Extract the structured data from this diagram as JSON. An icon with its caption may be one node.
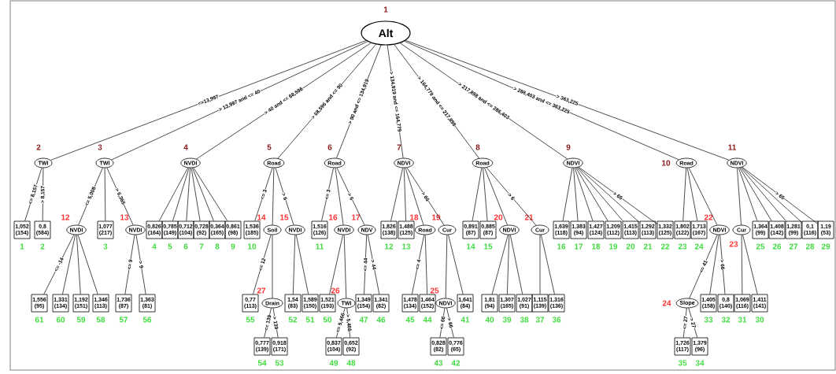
{
  "diagram": {
    "nodes": [
      {
        "text": [
          "Alt"
        ],
        "beside": [
          "1"
        ]
      },
      {
        "text": [
          "TWI"
        ],
        "beside": [
          "2"
        ]
      },
      {
        "text": [
          "TWI"
        ],
        "beside": [
          "3"
        ]
      },
      {
        "text": [
          "NVDI"
        ],
        "beside": [
          "4"
        ]
      },
      {
        "text": [
          "Road"
        ],
        "beside": [
          "5"
        ]
      },
      {
        "text": [
          "Road"
        ],
        "beside": [
          "6"
        ]
      },
      {
        "text": [
          "NDVI"
        ],
        "beside": [
          "7"
        ]
      },
      {
        "text": [
          "Road"
        ],
        "beside": [
          "8"
        ]
      },
      {
        "text": [
          "NDVI"
        ],
        "beside": [
          "9"
        ]
      },
      {
        "text": [
          "Road"
        ],
        "beside": [
          "10"
        ]
      },
      {
        "text": [
          "NDVI"
        ],
        "beside": [
          "11"
        ]
      },
      {
        "text": [
          "1,052",
          "(154)"
        ],
        "beside": [
          "1"
        ]
      },
      {
        "text": [
          "0,8",
          "(584)"
        ],
        "beside": [
          "2"
        ]
      },
      {
        "text": [
          "NVDI"
        ],
        "beside": [
          "12"
        ]
      },
      {
        "text": [
          "1,077",
          "(217)"
        ],
        "beside": [
          "3"
        ]
      },
      {
        "text": [
          "NVDI"
        ],
        "beside": [
          "13"
        ]
      },
      {
        "text": [
          "0,826",
          "(164)"
        ],
        "beside": [
          "4"
        ]
      },
      {
        "text": [
          "0,785",
          "(149)"
        ],
        "beside": [
          "5"
        ]
      },
      {
        "text": [
          "0,712",
          "(104)"
        ],
        "beside": [
          "6"
        ]
      },
      {
        "text": [
          "0,728",
          "(92)"
        ],
        "beside": [
          "7"
        ]
      },
      {
        "text": [
          "0,364",
          "(165)"
        ],
        "beside": [
          "8"
        ]
      },
      {
        "text": [
          "0,861",
          "(98)"
        ],
        "beside": [
          "9"
        ]
      },
      {
        "text": [
          "1,536",
          "(185)"
        ],
        "beside": [
          "10"
        ]
      },
      {
        "text": [
          "Soil"
        ],
        "beside": [
          "14"
        ]
      },
      {
        "text": [
          "NVDI"
        ],
        "beside": [
          "15"
        ]
      },
      {
        "text": [
          "1,516",
          "(126)"
        ],
        "beside": [
          "11"
        ]
      },
      {
        "text": [
          "NVDI"
        ],
        "beside": [
          "16"
        ]
      },
      {
        "text": [
          "NDV"
        ],
        "beside": [
          "17"
        ]
      },
      {
        "text": [
          "1,826",
          "(138)"
        ],
        "beside": [
          "12"
        ]
      },
      {
        "text": [
          "1,488",
          "(125)"
        ],
        "beside": [
          "13"
        ]
      },
      {
        "text": [
          "Road"
        ],
        "beside": [
          "18"
        ]
      },
      {
        "text": [
          "Cur"
        ],
        "beside": [
          "19"
        ]
      },
      {
        "text": [
          "0,891",
          "(87)"
        ],
        "beside": [
          "14"
        ]
      },
      {
        "text": [
          "0,885",
          "(87)"
        ],
        "beside": [
          "15"
        ]
      },
      {
        "text": [
          "NDVI"
        ],
        "beside": [
          "20"
        ]
      },
      {
        "text": [
          "Cur"
        ],
        "beside": [
          "21"
        ]
      },
      {
        "text": [
          "1,639",
          "(118)"
        ],
        "beside": [
          "16"
        ]
      },
      {
        "text": [
          "1,383",
          "(94)"
        ],
        "beside": [
          "17"
        ]
      },
      {
        "text": [
          "1,427",
          "(124)"
        ],
        "beside": [
          "18"
        ]
      },
      {
        "text": [
          "1,209",
          "(112)"
        ],
        "beside": [
          "19"
        ]
      },
      {
        "text": [
          "1,415",
          "(113)"
        ],
        "beside": [
          "20"
        ]
      },
      {
        "text": [
          "1,292",
          "(113)"
        ],
        "beside": [
          "21"
        ]
      },
      {
        "text": [
          "1,332",
          "(125)"
        ],
        "beside": [
          "22"
        ]
      },
      {
        "text": [
          "1,802",
          "(122)"
        ],
        "beside": [
          "23"
        ]
      },
      {
        "text": [
          "1,713",
          "(167)"
        ],
        "beside": [
          "24"
        ]
      },
      {
        "text": [
          "NDVI"
        ],
        "beside": [
          "22"
        ]
      },
      {
        "text": [
          "Cur"
        ],
        "beside": [
          "23"
        ]
      },
      {
        "text": [
          "1,364",
          "(99)"
        ],
        "beside": [
          "25"
        ]
      },
      {
        "text": [
          "1,408",
          "(142)"
        ],
        "beside": [
          "26"
        ]
      },
      {
        "text": [
          "1,281",
          "(99)"
        ],
        "beside": [
          "27"
        ]
      },
      {
        "text": [
          "0,1",
          "(116)"
        ],
        "beside": [
          "28"
        ]
      },
      {
        "text": [
          "1,19",
          "(53)"
        ],
        "beside": [
          "29"
        ]
      },
      {
        "text": [
          "1,556",
          "(95)"
        ],
        "beside": [
          "61"
        ]
      },
      {
        "text": [
          "1,331",
          "(134)"
        ],
        "beside": [
          "60"
        ]
      },
      {
        "text": [
          "1,192",
          "(151)"
        ],
        "beside": [
          "59"
        ]
      },
      {
        "text": [
          "1,346",
          "(113)"
        ],
        "beside": [
          "58"
        ]
      },
      {
        "text": [
          "1,736",
          "(87)"
        ],
        "beside": [
          "57"
        ]
      },
      {
        "text": [
          "1,363",
          "(81)"
        ],
        "beside": [
          "56"
        ]
      },
      {
        "text": [
          "0,77",
          "(113)"
        ],
        "beside": [
          "55"
        ]
      },
      {
        "text": [
          "Drain"
        ],
        "beside": [
          "27"
        ]
      },
      {
        "text": [
          "1,54",
          "(83)"
        ],
        "beside": [
          "52"
        ]
      },
      {
        "text": [
          "1,589",
          "(150)"
        ],
        "beside": [
          "51"
        ]
      },
      {
        "text": [
          "1,521",
          "(193)"
        ],
        "beside": [
          "50"
        ]
      },
      {
        "text": [
          "TWI"
        ],
        "beside": [
          "26"
        ]
      },
      {
        "text": [
          "1,349",
          "(154)"
        ],
        "beside": [
          "47"
        ]
      },
      {
        "text": [
          "1,341",
          "(82)"
        ],
        "beside": [
          "46"
        ]
      },
      {
        "text": [
          "1,478",
          "(134)"
        ],
        "beside": [
          "45"
        ]
      },
      {
        "text": [
          "1,464",
          "(152)"
        ],
        "beside": [
          "44"
        ]
      },
      {
        "text": [
          "NDVI"
        ],
        "beside": [
          "25"
        ]
      },
      {
        "text": [
          "1,641",
          "(84)"
        ],
        "beside": [
          "41"
        ]
      },
      {
        "text": [
          "1,81",
          "(94)"
        ],
        "beside": [
          "40"
        ]
      },
      {
        "text": [
          "1,307",
          "(165)"
        ],
        "beside": [
          "39"
        ]
      },
      {
        "text": [
          "1,027",
          "(91)"
        ],
        "beside": [
          "38"
        ]
      },
      {
        "text": [
          "1,115",
          "(139)"
        ],
        "beside": [
          "37"
        ]
      },
      {
        "text": [
          "1,316",
          "(136)"
        ],
        "beside": [
          "36"
        ]
      },
      {
        "text": [
          "Slope"
        ],
        "beside": [
          "24"
        ]
      },
      {
        "text": [
          "1,405",
          "(158)"
        ],
        "beside": [
          "33"
        ]
      },
      {
        "text": [
          "0,8",
          "(140)"
        ],
        "beside": [
          "32"
        ]
      },
      {
        "text": [
          "1,069",
          "(116)"
        ],
        "beside": [
          "31"
        ]
      },
      {
        "text": [
          "1,411",
          "(141)"
        ],
        "beside": [
          "30"
        ]
      },
      {
        "text": [
          "0,777",
          "(139)"
        ],
        "beside": [
          "54"
        ]
      },
      {
        "text": [
          "0,918",
          "(171)"
        ],
        "beside": [
          "53"
        ]
      },
      {
        "text": [
          "0,837",
          "(104)"
        ],
        "beside": [
          "49"
        ]
      },
      {
        "text": [
          "0,652",
          "(92)"
        ],
        "beside": [
          "48"
        ]
      },
      {
        "text": [
          "0,828",
          "(82)"
        ],
        "beside": [
          "43"
        ]
      },
      {
        "text": [
          "0,776",
          "(65)"
        ],
        "beside": [
          "42"
        ]
      },
      {
        "text": [
          "1,726",
          "(117)"
        ],
        "beside": [
          "35"
        ]
      },
      {
        "text": [
          "1,379",
          "(96)"
        ],
        "beside": [
          "34"
        ]
      }
    ],
    "edges": [
      {
        "from": 0,
        "to": 1,
        "arrow": "none",
        "label": "<=13,997"
      },
      {
        "from": 0,
        "to": 2,
        "arrow": "none",
        "label": "> 13,997 and <= 40"
      },
      {
        "from": 0,
        "to": 3,
        "arrow": "none",
        "label": "> 40 and <= 68,596"
      },
      {
        "from": 0,
        "to": 4,
        "arrow": "none",
        "label": "> 68,596 and <= 90"
      },
      {
        "from": 0,
        "to": 5,
        "arrow": "none",
        "label": "> 90 and <= 134,919"
      },
      {
        "from": 0,
        "to": 6,
        "arrow": "none",
        "label": "> 134,919 and <= 164,779"
      },
      {
        "from": 0,
        "to": 7,
        "arrow": "none",
        "label": "> 164,779 and <= 217,898"
      },
      {
        "from": 0,
        "to": 8,
        "arrow": "none",
        "label": "> 217,898 and <= 286,403"
      },
      {
        "from": 0,
        "to": 9,
        "arrow": "none",
        "label": "> 286,403 and <= 363,225"
      },
      {
        "from": 0,
        "to": 10,
        "arrow": "none",
        "label": "> 363,225"
      },
      {
        "from": 1,
        "to": 11,
        "arrow": "none",
        "label": "<= 8,157"
      },
      {
        "from": 1,
        "to": 12,
        "arrow": "none",
        "label": "> 8,157"
      },
      {
        "from": 2,
        "to": 13,
        "arrow": "none",
        "label": "<= 5,008"
      },
      {
        "from": 2,
        "to": 14,
        "arrow": "none"
      },
      {
        "from": 2,
        "to": 15,
        "arrow": "none",
        "label": "> 6,365"
      },
      {
        "from": 3,
        "to": 16,
        "arrow": "none"
      },
      {
        "from": 3,
        "to": 17,
        "arrow": "none"
      },
      {
        "from": 3,
        "to": 18,
        "arrow": "none"
      },
      {
        "from": 3,
        "to": 19,
        "arrow": "none"
      },
      {
        "from": 3,
        "to": 20,
        "arrow": "none"
      },
      {
        "from": 3,
        "to": 21,
        "arrow": "none"
      },
      {
        "from": 4,
        "to": 22,
        "arrow": "none",
        "label": "<= 3"
      },
      {
        "from": 4,
        "to": 23,
        "arrow": "none"
      },
      {
        "from": 4,
        "to": 24,
        "arrow": "none",
        "label": "> 6"
      },
      {
        "from": 5,
        "to": 25,
        "arrow": "none",
        "label": "<= 3"
      },
      {
        "from": 5,
        "to": 26,
        "arrow": "none"
      },
      {
        "from": 5,
        "to": 27,
        "arrow": "none",
        "label": "> 6"
      },
      {
        "from": 6,
        "to": 28,
        "arrow": "none"
      },
      {
        "from": 6,
        "to": 29,
        "arrow": "none"
      },
      {
        "from": 6,
        "to": 30,
        "arrow": "none"
      },
      {
        "from": 6,
        "to": 31,
        "arrow": "none",
        "label": "> 66"
      },
      {
        "from": 7,
        "to": 32,
        "arrow": "none"
      },
      {
        "from": 7,
        "to": 33,
        "arrow": "none"
      },
      {
        "from": 7,
        "to": 34,
        "arrow": "none"
      },
      {
        "from": 7,
        "to": 35,
        "arrow": "none",
        "label": "> 6"
      },
      {
        "from": 8,
        "to": 36,
        "arrow": "none"
      },
      {
        "from": 8,
        "to": 37,
        "arrow": "none"
      },
      {
        "from": 8,
        "to": 38,
        "arrow": "none"
      },
      {
        "from": 8,
        "to": 39,
        "arrow": "none"
      },
      {
        "from": 8,
        "to": 40,
        "arrow": "none"
      },
      {
        "from": 8,
        "to": 41,
        "arrow": "none"
      },
      {
        "from": 8,
        "to": 42,
        "arrow": "none",
        "label": "> 65"
      },
      {
        "from": 9,
        "to": 43,
        "arrow": "none"
      },
      {
        "from": 9,
        "to": 44,
        "arrow": "none"
      },
      {
        "from": 9,
        "to": 45,
        "arrow": "none"
      },
      {
        "from": 10,
        "to": 46,
        "arrow": "none"
      },
      {
        "from": 10,
        "to": 47,
        "arrow": "none"
      },
      {
        "from": 10,
        "to": 48,
        "arrow": "none"
      },
      {
        "from": 10,
        "to": 49,
        "arrow": "none"
      },
      {
        "from": 10,
        "to": 50,
        "arrow": "none"
      },
      {
        "from": 10,
        "to": 51,
        "arrow": "none",
        "label": "> 65"
      },
      {
        "from": 13,
        "to": 52,
        "arrow": "none",
        "label": "<= -14"
      },
      {
        "from": 13,
        "to": 53,
        "arrow": "none"
      },
      {
        "from": 13,
        "to": 54,
        "arrow": "none"
      },
      {
        "from": 13,
        "to": 55,
        "arrow": "none"
      },
      {
        "from": 15,
        "to": 56,
        "arrow": "none",
        "label": "<= 9"
      },
      {
        "from": 15,
        "to": 57,
        "arrow": "none",
        "label": "> 9"
      },
      {
        "from": 23,
        "to": 58,
        "arrow": "none",
        "label": "<= 12"
      },
      {
        "from": 23,
        "to": 59,
        "arrow": "none"
      },
      {
        "from": 24,
        "to": 60,
        "arrow": "none"
      },
      {
        "from": 24,
        "to": 61,
        "arrow": "none"
      },
      {
        "from": 26,
        "to": 62,
        "arrow": "none"
      },
      {
        "from": 26,
        "to": 63,
        "arrow": "none"
      },
      {
        "from": 27,
        "to": 64,
        "arrow": "none",
        "label": "<= 44"
      },
      {
        "from": 27,
        "to": 65,
        "arrow": "none",
        "label": "> 44"
      },
      {
        "from": 30,
        "to": 66,
        "arrow": "none",
        "label": "<= 4"
      },
      {
        "from": 30,
        "to": 67,
        "arrow": "none"
      },
      {
        "from": 31,
        "to": 68,
        "arrow": "none"
      },
      {
        "from": 31,
        "to": 69,
        "arrow": "none"
      },
      {
        "from": 34,
        "to": 70,
        "arrow": "none"
      },
      {
        "from": 34,
        "to": 71,
        "arrow": "none"
      },
      {
        "from": 34,
        "to": 72,
        "arrow": "none"
      },
      {
        "from": 35,
        "to": 73,
        "arrow": "none"
      },
      {
        "from": 35,
        "to": 74,
        "arrow": "none"
      },
      {
        "from": 45,
        "to": 75,
        "arrow": "none",
        "label": "<= 41"
      },
      {
        "from": 45,
        "to": 76,
        "arrow": "none"
      },
      {
        "from": 45,
        "to": 77,
        "arrow": "none",
        "label": "> 66"
      },
      {
        "from": 46,
        "to": 78,
        "arrow": "none"
      },
      {
        "from": 46,
        "to": 79,
        "arrow": "none"
      },
      {
        "from": 59,
        "to": 80,
        "arrow": "none",
        "label": "<= 139"
      },
      {
        "from": 59,
        "to": 81,
        "arrow": "none",
        "label": "> 139"
      },
      {
        "from": 63,
        "to": 82,
        "arrow": "none",
        "label": "<= 5,466"
      },
      {
        "from": 63,
        "to": 83,
        "arrow": "none",
        "label": "> 5,466"
      },
      {
        "from": 68,
        "to": 84,
        "arrow": "none",
        "label": "<= 66"
      },
      {
        "from": 68,
        "to": 85,
        "arrow": "none",
        "label": "> 66"
      },
      {
        "from": 75,
        "to": 86,
        "arrow": "none",
        "label": "<= 27"
      },
      {
        "from": 75,
        "to": 87,
        "arrow": "none",
        "label": "> 27"
      }
    ]
  }
}
